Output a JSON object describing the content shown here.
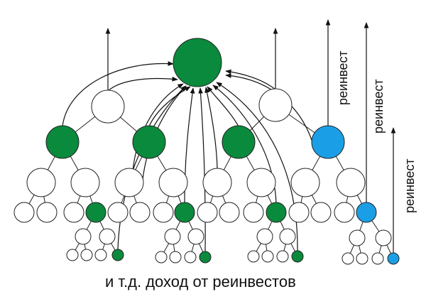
{
  "labels": {
    "reinvest_1": "реинвест",
    "reinvest_2": "реинвест",
    "reinvest_3": "реинвест",
    "caption": "и т.д. доход от реинвестов"
  },
  "colors": {
    "green": "#0a8a3c",
    "blue": "#1a9fe6",
    "white": "#ffffff",
    "stroke": "#222222"
  }
}
